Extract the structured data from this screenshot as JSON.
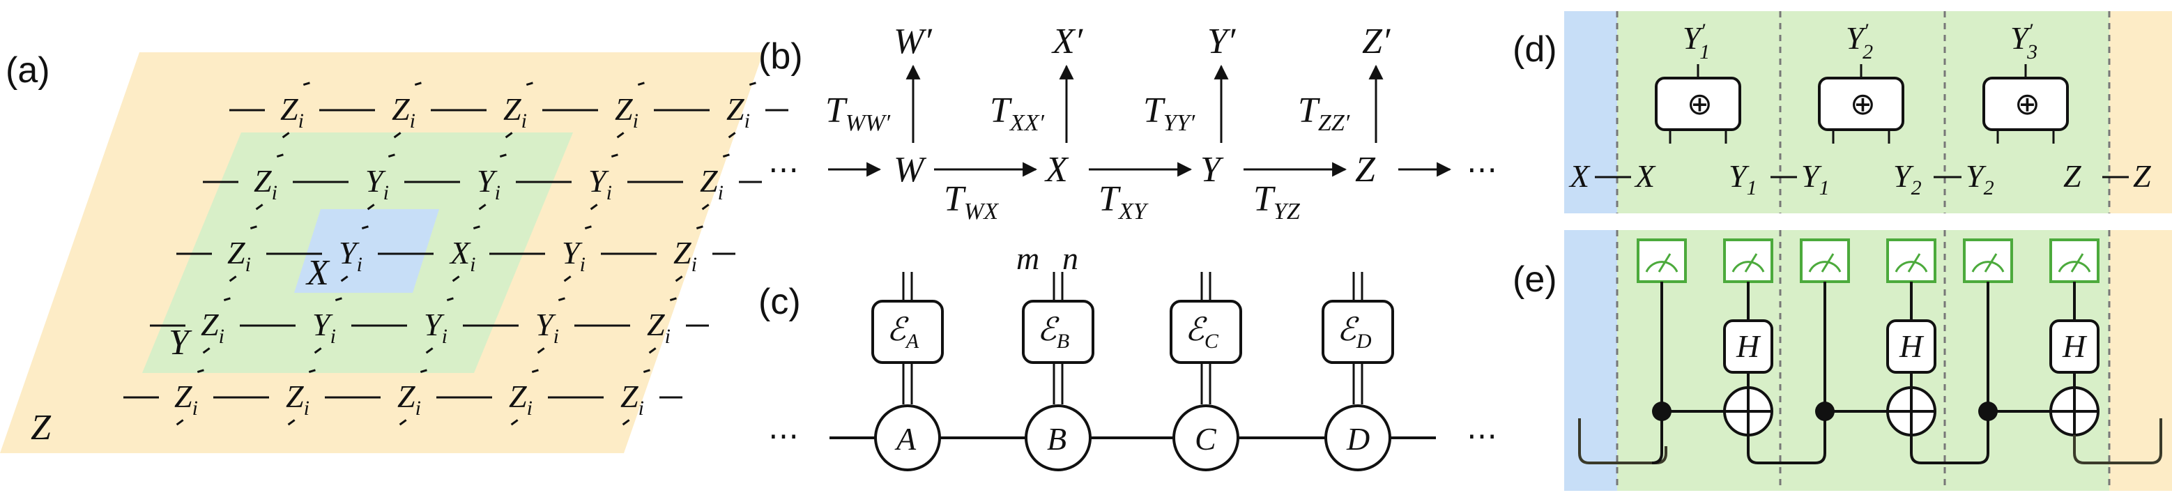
{
  "colors": {
    "outer": "#fdecc6",
    "middle": "#d8efc8",
    "inner": "#c7def7",
    "x_label": "#3a7bd0",
    "y_label": "#4ca83a",
    "z_label": "#f2a93b",
    "meter_green": "#4caa3c",
    "wire_dark": "#3a3a2a"
  },
  "panel_a": {
    "label": "(a)",
    "zone_x": "X",
    "zone_y": "Y",
    "zone_z": "Z",
    "z_node": {
      "base": "Z",
      "sub": "i"
    },
    "y_node": {
      "base": "Y",
      "sub": "i"
    },
    "x_node": {
      "base": "X",
      "sub": "i"
    }
  },
  "panel_b": {
    "label": "(b)",
    "ellipsis": "⋯",
    "nodes": [
      "W",
      "X",
      "Y",
      "Z"
    ],
    "outputs": [
      {
        "base": "W",
        "prime": "′"
      },
      {
        "base": "X",
        "prime": "′"
      },
      {
        "base": "Y",
        "prime": "′"
      },
      {
        "base": "Z",
        "prime": "′"
      }
    ],
    "vertical_maps": [
      {
        "base": "T",
        "sub": "WW′"
      },
      {
        "base": "T",
        "sub": "XX′"
      },
      {
        "base": "T",
        "sub": "YY′"
      },
      {
        "base": "T",
        "sub": "ZZ′"
      }
    ],
    "horizontal_maps": [
      {
        "base": "T",
        "sub": "WX"
      },
      {
        "base": "T",
        "sub": "XY"
      },
      {
        "base": "T",
        "sub": "YZ"
      }
    ]
  },
  "panel_c": {
    "label": "(c)",
    "ellipsis": "⋯",
    "outcome_m": "m",
    "outcome_n": "n",
    "sites": [
      {
        "node": "A",
        "channel": "ℰ",
        "channel_sub": "A"
      },
      {
        "node": "B",
        "channel": "ℰ",
        "channel_sub": "B"
      },
      {
        "node": "C",
        "channel": "ℰ",
        "channel_sub": "C"
      },
      {
        "node": "D",
        "channel": "ℰ",
        "channel_sub": "D"
      }
    ]
  },
  "panel_d": {
    "label": "(d)",
    "xor_symbol": "⊕",
    "outputs": [
      {
        "base": "Y",
        "sub": "1",
        "prime": "′"
      },
      {
        "base": "Y",
        "sub": "2",
        "prime": "′"
      },
      {
        "base": "Y",
        "sub": "3",
        "prime": "′"
      }
    ],
    "wires": [
      {
        "base": "X",
        "sub": ""
      },
      {
        "base": "X",
        "sub": ""
      },
      {
        "base": "Y",
        "sub": "1"
      },
      {
        "base": "Y",
        "sub": "1"
      },
      {
        "base": "Y",
        "sub": "2"
      },
      {
        "base": "Y",
        "sub": "2"
      },
      {
        "base": "Z",
        "sub": ""
      },
      {
        "base": "Z",
        "sub": ""
      }
    ]
  },
  "panel_e": {
    "label": "(e)",
    "hadamard": "H",
    "meter_count": 6,
    "hadamard_count": 3
  }
}
